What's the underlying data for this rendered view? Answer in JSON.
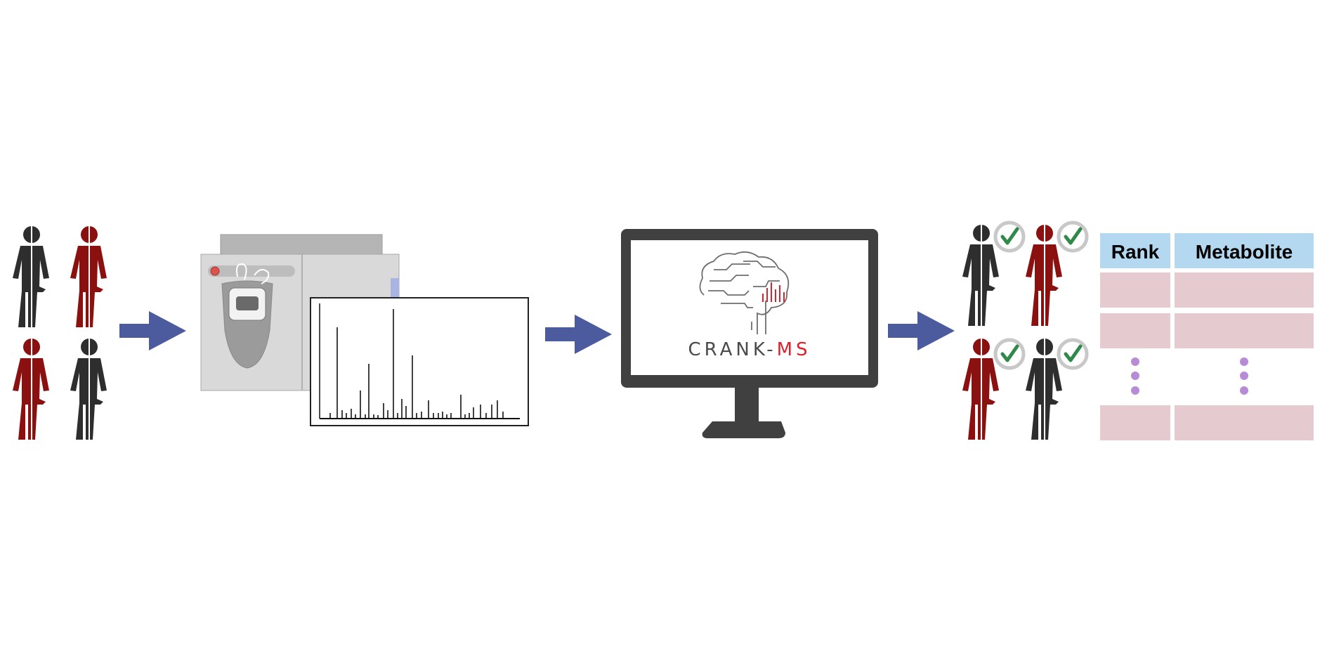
{
  "logo": {
    "part1": "CRANK-",
    "part2": "MS"
  },
  "table": {
    "header_rank": "Rank",
    "header_metabolite": "Metabolite"
  },
  "colors": {
    "arrow": "#4b5b9d",
    "dark_figure": "#2e2e2e",
    "red_figure": "#8b1111",
    "table_header": "#b5d8f1",
    "table_row": "#e5cbcf",
    "ellipsis_dots": "#b88bd6",
    "check": "#2f8a4a",
    "logo_accent": "#e0202a"
  },
  "icons": [
    "person-icon",
    "arrow-icon",
    "mass-spectrometer-icon",
    "spectrum-plot",
    "monitor-icon",
    "brain-icon",
    "check-icon"
  ]
}
